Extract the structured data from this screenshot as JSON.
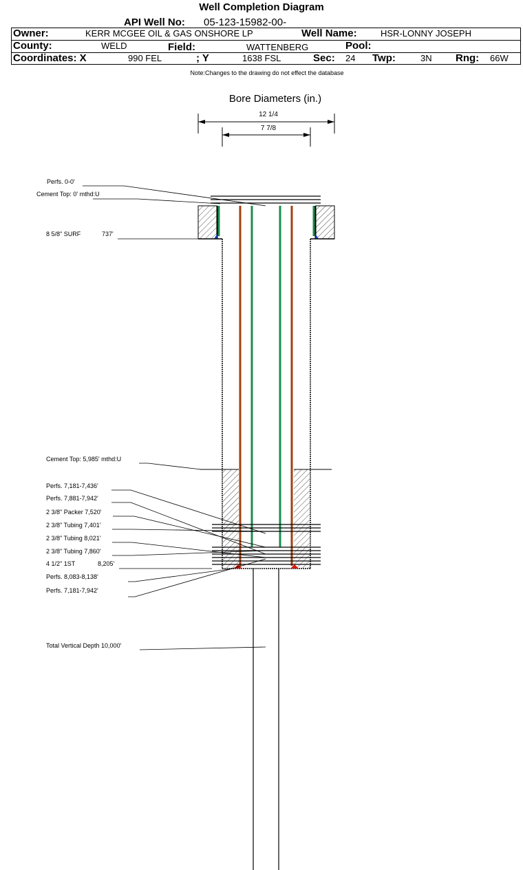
{
  "title": "Well Completion Diagram",
  "header": {
    "api_label": "API Well No:",
    "api_value": "05-123-15982-00-",
    "owner_label": "Owner:",
    "owner_value": "KERR MCGEE OIL & GAS ONSHORE LP",
    "well_name_label": "Well Name:",
    "well_name_value": "HSR-LONNY JOSEPH",
    "county_label": "County:",
    "county_value": "WELD",
    "field_label": "Field:",
    "field_value": "WATTENBERG",
    "pool_label": "Pool:",
    "pool_value": "",
    "coords_label": "Coordinates: X",
    "x_value": "990 FEL",
    "y_label": "; Y",
    "y_value": "1638 FSL",
    "sec_label": "Sec:",
    "sec_value": "24",
    "twp_label": "Twp:",
    "twp_value": "3N",
    "rng_label": "Rng:",
    "rng_value": "66W"
  },
  "note": "Note:Changes to the drawing do not effect the database",
  "bore_diameters": {
    "title": "Bore Diameters (in.)",
    "outer": "12 1/4",
    "inner": "7 7/8"
  },
  "callouts": {
    "perfs_0": "Perfs. 0-0'",
    "cement_top_0": "Cement Top: 0' mthd:U",
    "surf_casing": "8 5/8\" SURF",
    "surf_depth": "737'",
    "cement_top_5985": "Cement Top: 5,985' mthd:U",
    "perfs_7181_7436": "Perfs. 7,181-7,436'",
    "perfs_7881_7942": "Perfs. 7,881-7,942'",
    "packer": "2 3/8\" Packer 7,520'",
    "tubing_7401": "2 3/8\" Tubing 7,401'",
    "tubing_8021": "2 3/8\" Tubing 8,021'",
    "tubing_7860": "2 3/8\" Tubing 7,860'",
    "prod_casing": "4 1/2\" 1ST",
    "prod_depth": "8,205'",
    "perfs_8083_8138": "Perfs. 8,083-8,138'",
    "perfs_7181_7942": "Perfs. 7,181-7,942'",
    "tvd": "Total Vertical Depth 10,000'"
  },
  "colors": {
    "tubing_green": "#1e8c4e",
    "casing_brown": "#a0410f",
    "cement_blue": "#1f3fc8",
    "shoe_red": "#d01a10"
  }
}
